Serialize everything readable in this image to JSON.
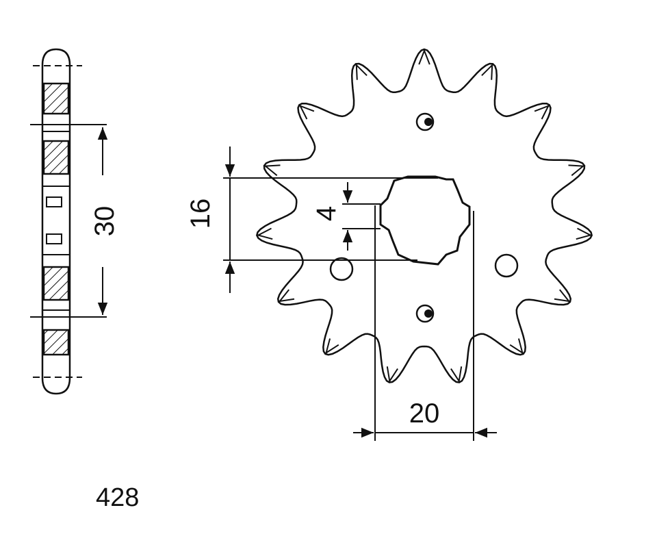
{
  "dimensions": {
    "hub_width": "30",
    "spline_diameter": "16",
    "key_width": "4",
    "bore_offset": "20"
  },
  "part": {
    "chain_pitch": "428"
  },
  "colors": {
    "line": "#111111",
    "background": "#ffffff"
  }
}
